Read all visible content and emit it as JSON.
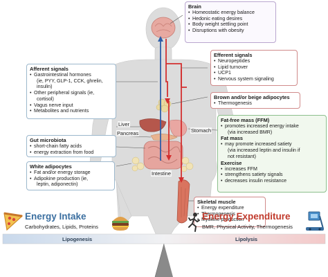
{
  "colors": {
    "brain_box": "#b9a6cf",
    "afferent_box": "#9bb7cc",
    "efferent_box": "#d08a8a",
    "green_box": "#8cbf8c",
    "intake_title": "#3b6fa0",
    "expenditure_title": "#c0392b",
    "signal_blue": "#2d5da8",
    "signal_red": "#d32f2f"
  },
  "brain": {
    "title": "Brain",
    "items": [
      "Homeostatic energy balance",
      "Hedonic eating desires",
      "Body weight settling point",
      "Disruptions with obesity"
    ]
  },
  "efferent": {
    "title": "Efferent signals",
    "items": [
      "Neuropeptides",
      "Lipid turnover",
      "UCP1",
      "Nervous system signaling"
    ]
  },
  "brown": {
    "title": "Brown and/or beige adipocytes",
    "items": [
      "Thermogenesis"
    ]
  },
  "ffm": {
    "title1": "Fat-free mass (FFM)",
    "items1": [
      "promotes increased energy intake"
    ],
    "ind1": "(via increased BMR)",
    "title2": "Fat mass",
    "items2": [
      "may promote increased satiety"
    ],
    "ind2a": "(via increased leptin and insulin if",
    "ind2b": "not resistant)",
    "title3": "Exercise",
    "items3": [
      "increases FFM",
      "strengthens satiety signals",
      "decreases insulin resistance"
    ]
  },
  "skeletal": {
    "title": "Skeletal muscle",
    "items": [
      "Energy expenditure",
      "Thermogenesis",
      "Myokine production"
    ]
  },
  "afferent": {
    "title": "Afferent signals",
    "item1": "Gastrointestinal hormones",
    "item1_cont": [
      "(ie, PYY, GLP-1, CCK, ghrelin,",
      "insulin)"
    ],
    "item2": "Other peripheral signals (ie,",
    "item2_cont": "cortisol)",
    "item3": "Vagus nerve input",
    "item4": "Metabolites and nutrients"
  },
  "gut": {
    "title": "Gut microbiota",
    "items": [
      "short-chain fatty acids",
      "energy extraction from food"
    ]
  },
  "white": {
    "title": "White adipocytes",
    "items": [
      "Fat and/or energy storage",
      "Adipokine production (ie,"
    ],
    "item_cont": "leptin, adiponectin)"
  },
  "organs": {
    "liver": "Liver",
    "pancreas": "Pancreas",
    "stomach": "Stomach",
    "intestine": "Intestine"
  },
  "intake": {
    "title": "Energy Intake",
    "subtitle": "Carbohydrates, Lipids, Proteins",
    "pizza_icon": "pizza-icon",
    "burger_icon": "burger-icon"
  },
  "expenditure": {
    "title": "Energy Expenditure",
    "subtitle": "BMR, Physical Activity, Thermogenesis",
    "runner_icon": "runner-icon",
    "treadmill_icon": "treadmill-icon"
  },
  "balance": {
    "left": "Lipogenesis",
    "right": "Lipolysis"
  }
}
